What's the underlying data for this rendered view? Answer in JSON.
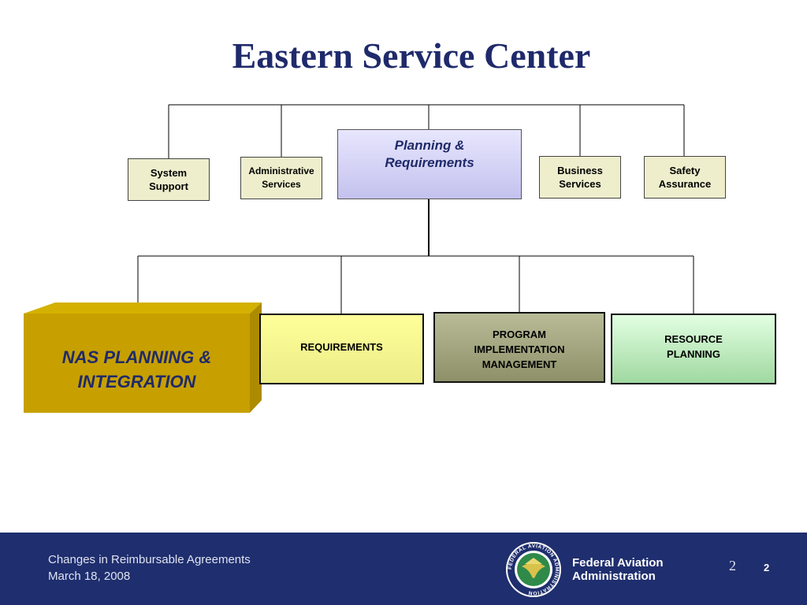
{
  "slide": {
    "title": "Eastern Service Center"
  },
  "org_chart": {
    "top": {
      "line1": "Planning &",
      "line2": "Requirements"
    },
    "staff_offices": [
      {
        "label": "System\nSupport"
      },
      {
        "label": "Administrative\nServices"
      },
      {
        "label": "Business\nServices"
      },
      {
        "label": "Safety\nAssurance"
      }
    ],
    "divisions": [
      {
        "label": "NAS PLANNING &\nINTEGRATION"
      },
      {
        "label": "REQUIREMENTS"
      },
      {
        "label": "PROGRAM\nIMPLEMENTATION\nMANAGEMENT"
      },
      {
        "label": "RESOURCE\nPLANNING"
      }
    ]
  },
  "footer": {
    "presentation_title": "Changes in Reimbursable Agreements",
    "date": "March 18, 2008",
    "seal_text": "FEDERAL AVIATION ADMINISTRATION",
    "agency_line1": "Federal Aviation",
    "agency_line2": "Administration",
    "slide_number": "2",
    "page_number": "2"
  },
  "colors": {
    "title": "#1f2a6b",
    "footer_bg": "#1f2e6e",
    "nas_box": "#c7a000",
    "planning_box": "#c4c2ee"
  }
}
